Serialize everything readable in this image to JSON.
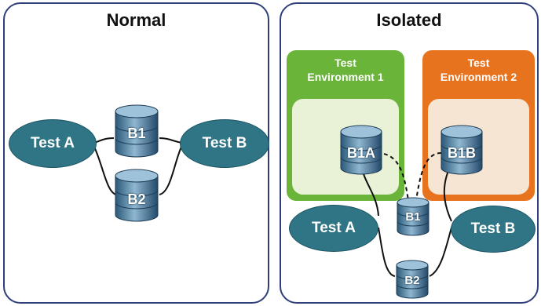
{
  "normal": {
    "title": "Normal",
    "tests": [
      "Test A",
      "Test B"
    ],
    "databases": [
      "B1",
      "B2"
    ]
  },
  "isolated": {
    "title": "Isolated",
    "environments": [
      {
        "title_line1": "Test",
        "title_line2": "Environment 1",
        "color": "#6ab43a",
        "inner_color": "#e9f1d6"
      },
      {
        "title_line1": "Test",
        "title_line2": "Environment 2",
        "color": "#e8731f",
        "inner_color": "#f6e5d2"
      }
    ],
    "tests": [
      "Test A",
      "Test B"
    ],
    "env_databases": [
      "B1A",
      "B1B"
    ],
    "databases": [
      "B1",
      "B2"
    ]
  },
  "colors": {
    "panel_border": "#2e3f7a",
    "test_fill": "#2f7585",
    "db_fill": "#3b6d8d"
  }
}
